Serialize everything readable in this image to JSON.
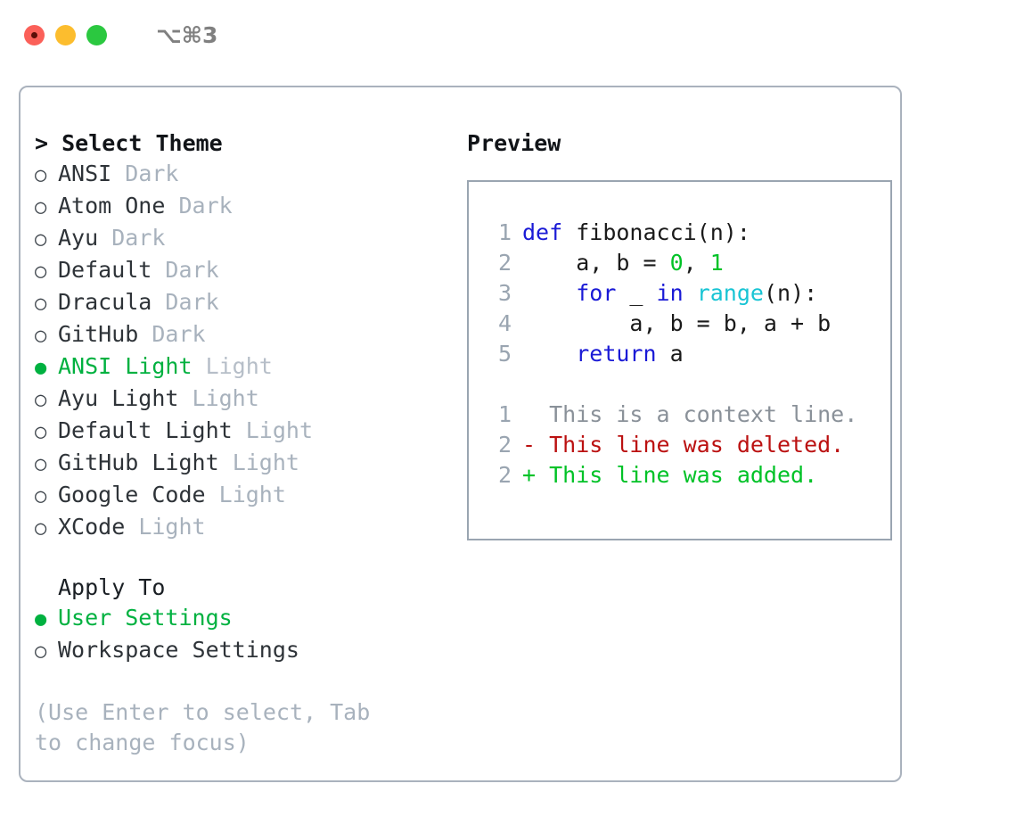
{
  "titlebar": {
    "buttons": [
      "close",
      "minimize",
      "maximize"
    ],
    "shortcut": "⌥⌘3"
  },
  "left": {
    "header": "> Select Theme",
    "themes": [
      {
        "bullet": "○",
        "name": "ANSI",
        "badge": "Dark",
        "selected": false
      },
      {
        "bullet": "○",
        "name": "Atom One",
        "badge": "Dark",
        "selected": false
      },
      {
        "bullet": "○",
        "name": "Ayu",
        "badge": "Dark",
        "selected": false
      },
      {
        "bullet": "○",
        "name": "Default",
        "badge": "Dark",
        "selected": false
      },
      {
        "bullet": "○",
        "name": "Dracula",
        "badge": "Dark",
        "selected": false
      },
      {
        "bullet": "○",
        "name": "GitHub",
        "badge": "Dark",
        "selected": false
      },
      {
        "bullet": "●",
        "name": "ANSI Light",
        "badge": "Light",
        "selected": true
      },
      {
        "bullet": "○",
        "name": "Ayu Light",
        "badge": "Light",
        "selected": false
      },
      {
        "bullet": "○",
        "name": "Default Light",
        "badge": "Light",
        "selected": false
      },
      {
        "bullet": "○",
        "name": "GitHub Light",
        "badge": "Light",
        "selected": false
      },
      {
        "bullet": "○",
        "name": "Google Code",
        "badge": "Light",
        "selected": false
      },
      {
        "bullet": "○",
        "name": "XCode",
        "badge": "Light",
        "selected": false
      }
    ],
    "apply_to_header": "Apply To",
    "apply_to": [
      {
        "bullet": "●",
        "name": "User Settings",
        "selected": true
      },
      {
        "bullet": "○",
        "name": "Workspace Settings",
        "selected": false
      }
    ],
    "hint": "(Use Enter to select, Tab to change focus)"
  },
  "preview": {
    "title": "Preview",
    "code": [
      {
        "lno": "1",
        "tokens": [
          {
            "t": "def ",
            "c": "kw"
          },
          {
            "t": "fibonacci(n):",
            "c": "fn"
          }
        ]
      },
      {
        "lno": "2",
        "tokens": [
          {
            "t": "    a, b = ",
            "c": "plain"
          },
          {
            "t": "0",
            "c": "num"
          },
          {
            "t": ", ",
            "c": "plain"
          },
          {
            "t": "1",
            "c": "num"
          }
        ]
      },
      {
        "lno": "3",
        "tokens": [
          {
            "t": "    ",
            "c": "plain"
          },
          {
            "t": "for",
            "c": "kw"
          },
          {
            "t": " _ ",
            "c": "plain"
          },
          {
            "t": "in",
            "c": "kw"
          },
          {
            "t": " ",
            "c": "plain"
          },
          {
            "t": "range",
            "c": "bi"
          },
          {
            "t": "(n):",
            "c": "plain"
          }
        ]
      },
      {
        "lno": "4",
        "tokens": [
          {
            "t": "        a, b = b, a + b",
            "c": "plain"
          }
        ]
      },
      {
        "lno": "5",
        "tokens": [
          {
            "t": "    ",
            "c": "plain"
          },
          {
            "t": "return",
            "c": "kw"
          },
          {
            "t": " a",
            "c": "plain"
          }
        ]
      }
    ],
    "diff": [
      {
        "lno": "1",
        "marker": "  ",
        "text": "This is a context line.",
        "kind": "ctx"
      },
      {
        "lno": "2",
        "marker": "- ",
        "text": "This line was deleted.",
        "kind": "del"
      },
      {
        "lno": "2",
        "marker": "+ ",
        "text": "This line was added.",
        "kind": "add"
      }
    ]
  },
  "colors": {
    "accent_green": "#00b140",
    "keyword_blue": "#1a1ad6",
    "builtin_cyan": "#18c4d4",
    "number_green": "#00c227",
    "diff_delete_red": "#bb1111",
    "diff_add_green": "#00c227",
    "muted_gray": "#a8b2bd",
    "border_gray": "#aab2bd"
  }
}
